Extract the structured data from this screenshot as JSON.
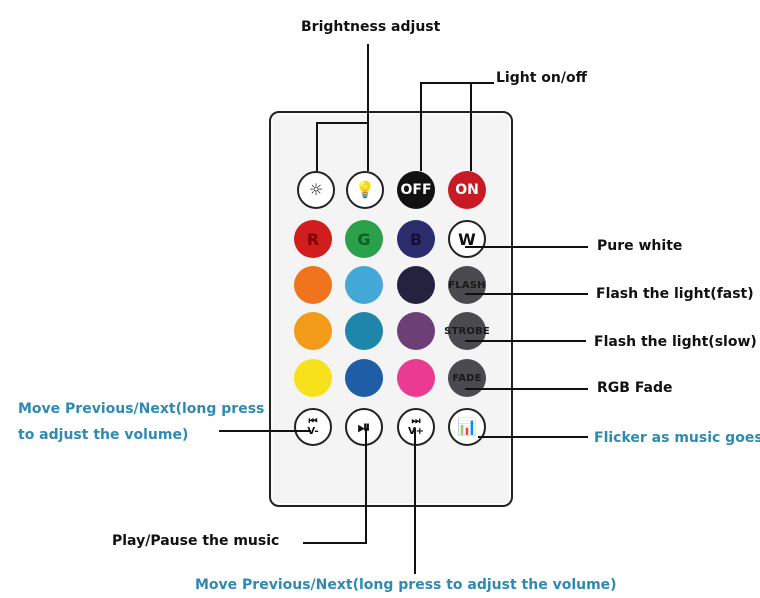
{
  "labels": {
    "brightness_adjust": "Brightness adjust",
    "light_on_off": "Light on/off",
    "pure_white": "Pure white",
    "flash_fast": "Flash the light(fast)",
    "flash_slow": "Flash the light(slow)",
    "rgb_fade": "RGB Fade",
    "prev_next_left_line1": "Move Previous/Next(long press",
    "prev_next_left_line2": "to adjust the volume)",
    "flicker_music": "Flicker as music goes",
    "play_pause": "Play/Pause the music",
    "prev_next_bottom": "Move Previous/Next(long press to adjust the volume)"
  },
  "remote": {
    "buttons": [
      {
        "label": "",
        "icon": "brightness-low-icon",
        "style": "outline"
      },
      {
        "label": "",
        "icon": "brightness-high-icon",
        "style": "outline"
      },
      {
        "label": "OFF",
        "style": "black"
      },
      {
        "label": "ON",
        "style": "red"
      },
      {
        "label": "R",
        "color": "#d21d1f",
        "text_color": "#7d0000"
      },
      {
        "label": "G",
        "color": "#2aa04a",
        "text_color": "#0a5f25"
      },
      {
        "label": "B",
        "color": "#2b2d6d",
        "text_color": "#111332"
      },
      {
        "label": "W",
        "style": "outline"
      },
      {
        "label": "",
        "color": "#f0741d"
      },
      {
        "label": "",
        "color": "#44a8d7"
      },
      {
        "label": "",
        "color": "#23223f"
      },
      {
        "label": "FLASH",
        "color": "#4a4a4f",
        "text_color": "#1a1a1a"
      },
      {
        "label": "",
        "color": "#f29a1a"
      },
      {
        "label": "",
        "color": "#1e86ab"
      },
      {
        "label": "",
        "color": "#6c3f77"
      },
      {
        "label": "STROBE",
        "color": "#4a4a4f",
        "text_color": "#1a1a1a"
      },
      {
        "label": "",
        "color": "#f6e11a"
      },
      {
        "label": "",
        "color": "#1d5ea7"
      },
      {
        "label": "",
        "color": "#ea3a92"
      },
      {
        "label": "FADE",
        "color": "#4a4a4f",
        "text_color": "#1a1a1a"
      },
      {
        "label": "V-",
        "icon": "previous-icon",
        "style": "outline"
      },
      {
        "label": "",
        "icon": "play-pause-icon",
        "style": "outline"
      },
      {
        "label": "V+",
        "icon": "next-icon",
        "style": "outline"
      },
      {
        "label": "",
        "icon": "music-bars-icon",
        "style": "outline"
      }
    ]
  },
  "colors": {
    "callout_black": "#111111",
    "callout_teal": "#2f8ab3",
    "remote_bg": "#f4f4f4",
    "remote_border": "#222222"
  }
}
